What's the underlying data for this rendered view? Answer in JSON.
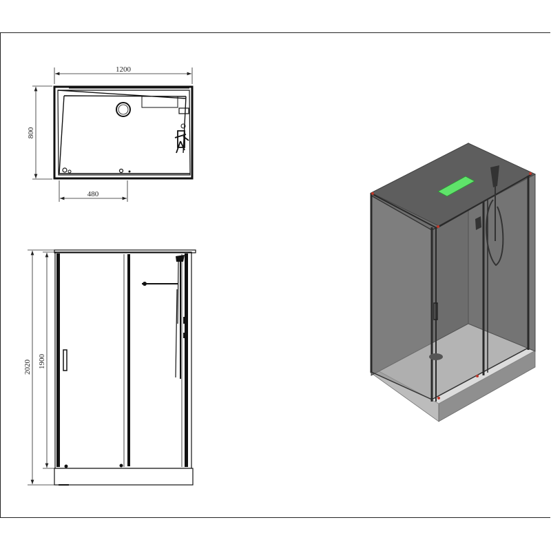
{
  "drawing": {
    "top_view": {
      "width_dim": "1200",
      "depth_dim": "800",
      "offset_dim": "480"
    },
    "front_view": {
      "total_height_dim": "2020",
      "glass_height_dim": "1900"
    },
    "render": {
      "panel_color": "#6b6b6b",
      "light_color": "#5fe36a",
      "base_color": "#9a9a9a"
    }
  }
}
